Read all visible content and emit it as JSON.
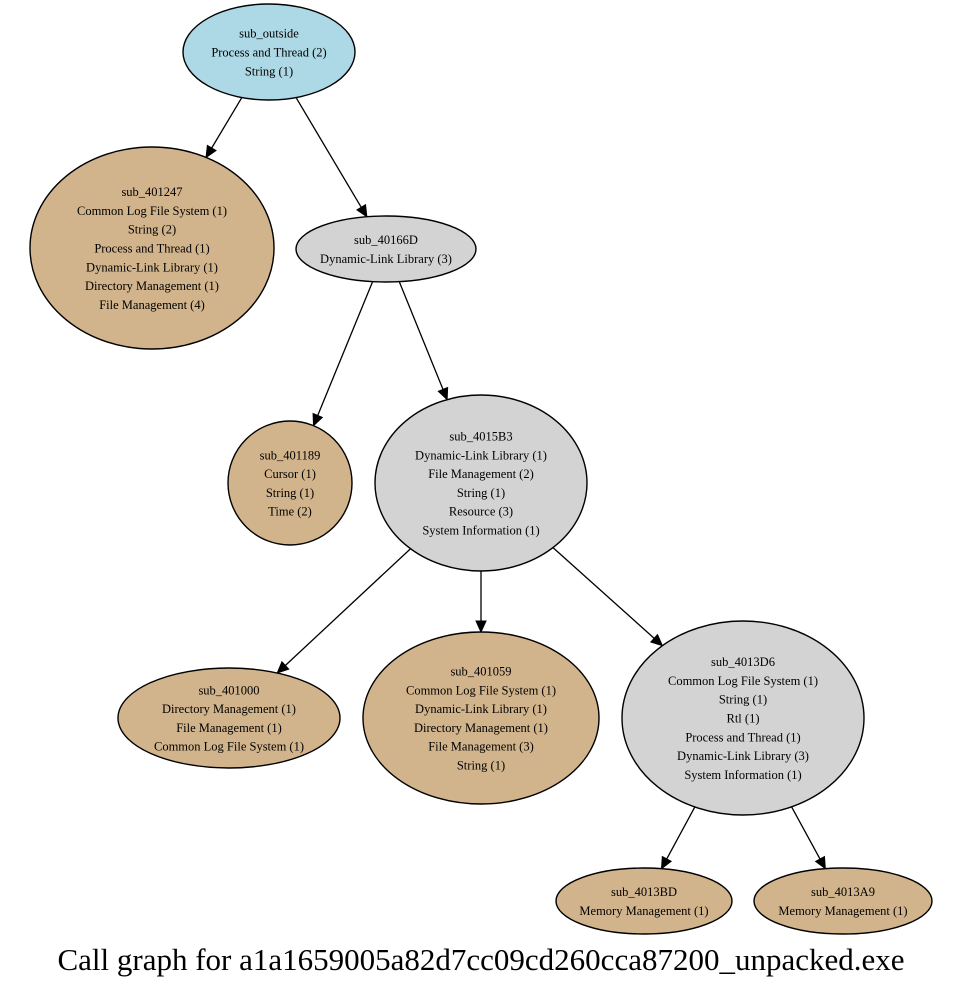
{
  "caption": "Call graph for a1a1659005a82d7cc09cd260cca87200_unpacked.exe",
  "colors": {
    "root": "#add8e6",
    "leaf": "#d2b48c",
    "internal": "#d3d3d3",
    "edge": "#000000"
  },
  "nodes": [
    {
      "id": "sub_outside",
      "kind": "root",
      "lines": [
        "sub_outside",
        "Process and Thread (2)",
        "String (1)"
      ]
    },
    {
      "id": "sub_401247",
      "kind": "leaf",
      "lines": [
        "sub_401247",
        "Common Log File System (1)",
        "String (2)",
        "Process and Thread (1)",
        "Dynamic-Link Library (1)",
        "Directory Management (1)",
        "File Management (4)"
      ]
    },
    {
      "id": "sub_40166D",
      "kind": "internal",
      "lines": [
        "sub_40166D",
        "Dynamic-Link Library (3)"
      ]
    },
    {
      "id": "sub_401189",
      "kind": "leaf",
      "lines": [
        "sub_401189",
        "Cursor (1)",
        "String (1)",
        "Time (2)"
      ]
    },
    {
      "id": "sub_4015B3",
      "kind": "internal",
      "lines": [
        "sub_4015B3",
        "Dynamic-Link Library (1)",
        "File Management (2)",
        "String (1)",
        "Resource (3)",
        "System Information (1)"
      ]
    },
    {
      "id": "sub_401000",
      "kind": "leaf",
      "lines": [
        "sub_401000",
        "Directory Management (1)",
        "File Management (1)",
        "Common Log File System (1)"
      ]
    },
    {
      "id": "sub_401059",
      "kind": "leaf",
      "lines": [
        "sub_401059",
        "Common Log File System (1)",
        "Dynamic-Link Library (1)",
        "Directory Management (1)",
        "File Management (3)",
        "String (1)"
      ]
    },
    {
      "id": "sub_4013D6",
      "kind": "internal",
      "lines": [
        "sub_4013D6",
        "Common Log File System (1)",
        "String (1)",
        "Rtl (1)",
        "Process and Thread (1)",
        "Dynamic-Link Library (3)",
        "System Information (1)"
      ]
    },
    {
      "id": "sub_4013BD",
      "kind": "leaf",
      "lines": [
        "sub_4013BD",
        "Memory Management (1)"
      ]
    },
    {
      "id": "sub_4013A9",
      "kind": "leaf",
      "lines": [
        "sub_4013A9",
        "Memory Management (1)"
      ]
    }
  ],
  "edges": [
    {
      "from": "sub_outside",
      "to": "sub_401247"
    },
    {
      "from": "sub_outside",
      "to": "sub_40166D"
    },
    {
      "from": "sub_40166D",
      "to": "sub_401189"
    },
    {
      "from": "sub_40166D",
      "to": "sub_4015B3"
    },
    {
      "from": "sub_4015B3",
      "to": "sub_401000"
    },
    {
      "from": "sub_4015B3",
      "to": "sub_401059"
    },
    {
      "from": "sub_4015B3",
      "to": "sub_4013D6"
    },
    {
      "from": "sub_4013D6",
      "to": "sub_4013BD"
    },
    {
      "from": "sub_4013D6",
      "to": "sub_4013A9"
    }
  ]
}
